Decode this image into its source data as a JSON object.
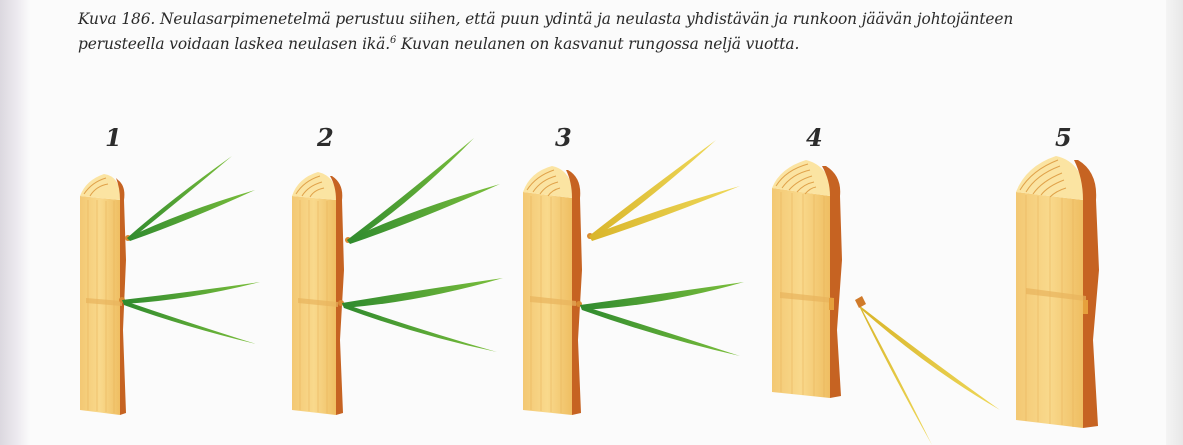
{
  "caption": {
    "text": "Kuva 186. Neulasarpimenetelmä perustuu siihen, että puun ydintä ja neulasta yhdistävän ja runkoon jäävän johtojänteen perusteella voidaan laskea neulasen ikä.",
    "footnote": "6",
    "text_end": " Kuvan neulanen on kasvanut rungossa neljä vuotta."
  },
  "stages": [
    {
      "label": "1"
    },
    {
      "label": "2"
    },
    {
      "label": "3"
    },
    {
      "label": "4"
    },
    {
      "label": "5"
    }
  ],
  "colors": {
    "wood_face": "#f6cf78",
    "wood_top": "#fbe4a2",
    "bark": "#c66322",
    "needle_green": "#3d9a2f",
    "needle_yellow": "#e2c530"
  }
}
